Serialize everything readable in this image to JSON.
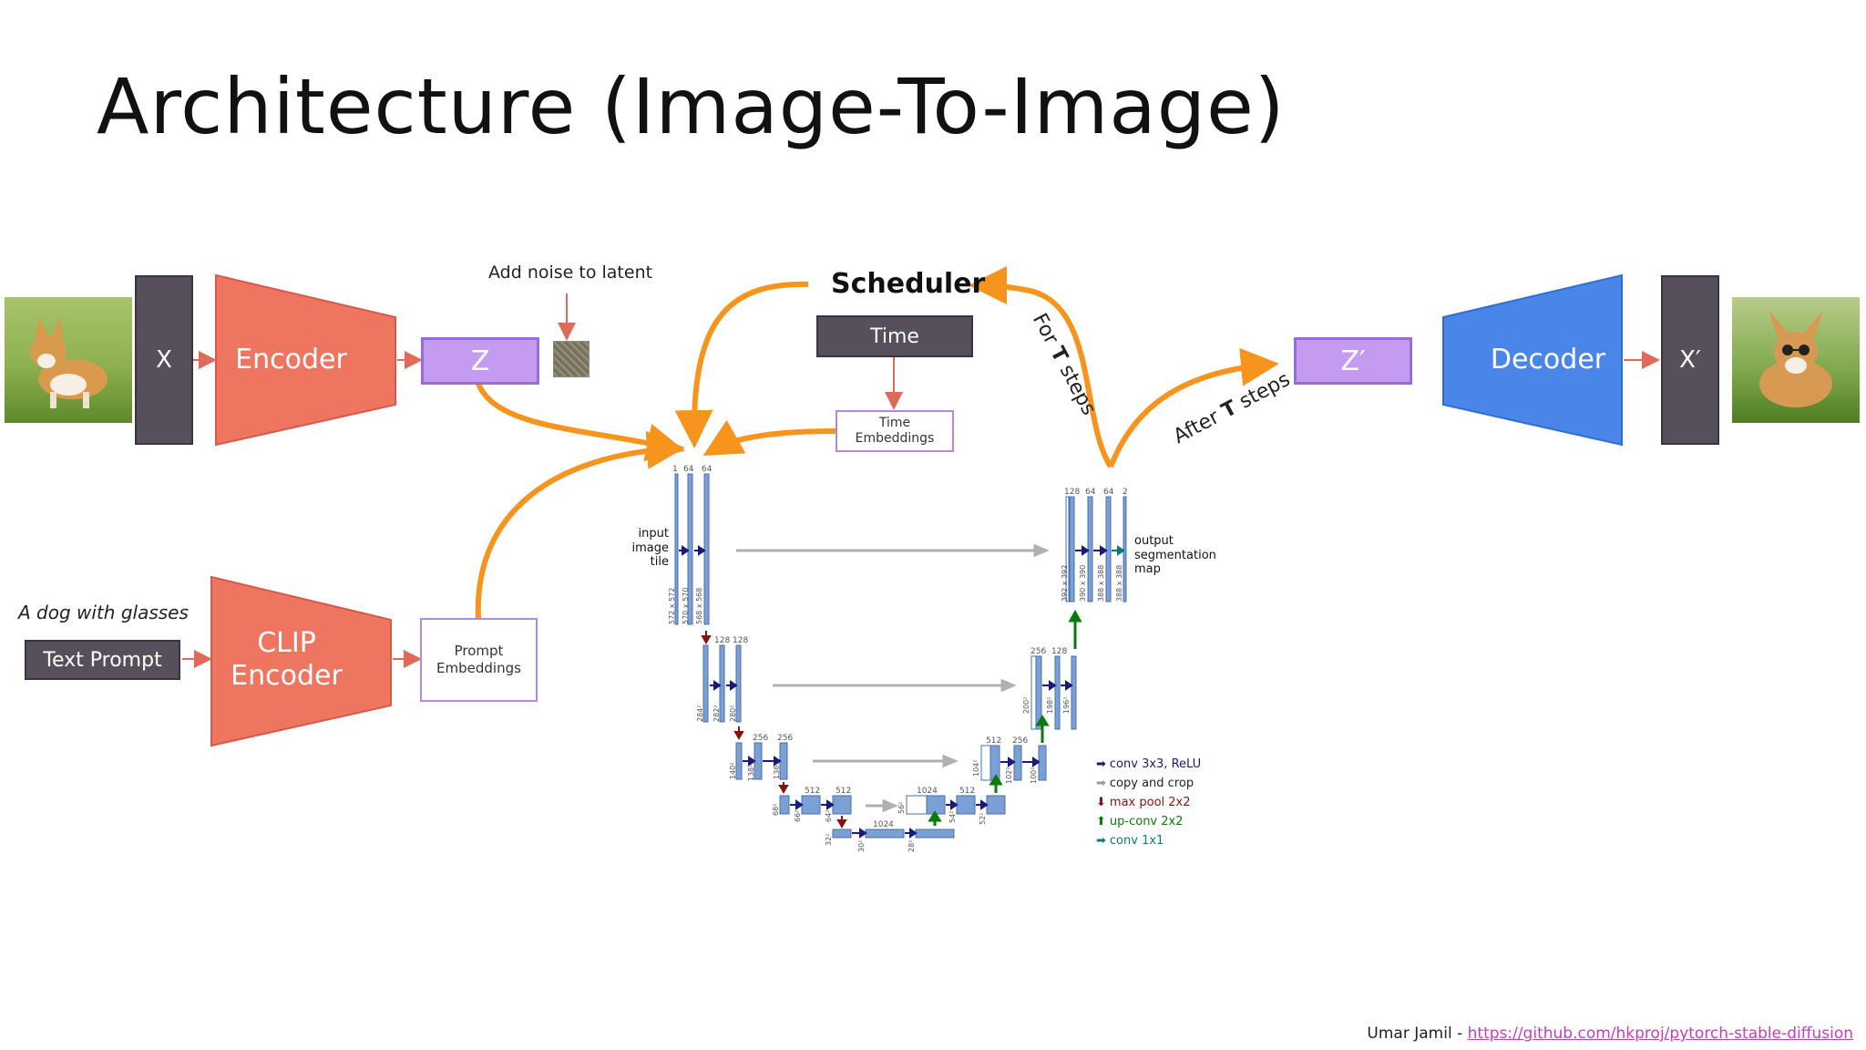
{
  "title": "Architecture (Image-To-Image)",
  "labels": {
    "x": "X",
    "encoder": "Encoder",
    "z": "Z",
    "add_noise": "Add noise to latent",
    "scheduler": "Scheduler",
    "time": "Time",
    "time_embeddings": "Time\nEmbeddings",
    "for_t_steps_pre": "For ",
    "for_t_steps_t": "T",
    "for_t_steps_post": " steps",
    "after_t_steps_pre": "After ",
    "after_t_steps_t": "T",
    "after_t_steps_post": " steps",
    "z_prime": "Z′",
    "decoder": "Decoder",
    "x_prime": "X′",
    "prompt_text": "A dog with glasses",
    "text_prompt": "Text Prompt",
    "clip_encoder_1": "CLIP",
    "clip_encoder_2": "Encoder",
    "prompt_embeddings": "Prompt\nEmbeddings"
  },
  "unet": {
    "input_label": [
      "input",
      "image",
      "tile"
    ],
    "output_label": [
      "output",
      "segmentation",
      "map"
    ],
    "channels_top_left": [
      "1",
      "64",
      "64"
    ],
    "channels_l2": [
      "128",
      "128"
    ],
    "channels_l3": [
      "256",
      "256"
    ],
    "channels_l4": [
      "512",
      "512"
    ],
    "channels_bottom": "1024",
    "channels_r4": [
      "1024",
      "512"
    ],
    "channels_r3": [
      "512",
      "256"
    ],
    "channels_r2": [
      "256",
      "128"
    ],
    "channels_top_right": [
      "128",
      "64",
      "64",
      "2"
    ],
    "sizes_left_top": [
      "572 x 572",
      "570 x 570",
      "568 x 568"
    ],
    "sizes_left_l2": [
      "284²",
      "282²",
      "280²"
    ],
    "sizes_left_l3": [
      "140²",
      "138²",
      "136²"
    ],
    "sizes_left_l4": [
      "68²",
      "66²",
      "64²"
    ],
    "sizes_bottom": [
      "32²",
      "30²",
      "28²"
    ],
    "sizes_right_l4": [
      "56²",
      "54²",
      "52²"
    ],
    "sizes_right_l3": [
      "104²",
      "102²",
      "100²"
    ],
    "sizes_right_l2": [
      "200²",
      "198²",
      "196²"
    ],
    "sizes_right_top": [
      "392 x 392",
      "390 x 390",
      "388 x 388",
      "388 x 388"
    ]
  },
  "legend": [
    {
      "label": "conv 3x3, ReLU",
      "color": "#1a1a7a",
      "icon": "arrow-right-navy-icon"
    },
    {
      "label": "copy and crop",
      "color": "#9a9a9a",
      "icon": "arrow-right-gray-icon"
    },
    {
      "label": "max pool 2x2",
      "color": "#8b1010",
      "icon": "arrow-down-red-icon"
    },
    {
      "label": "up-conv 2x2",
      "color": "#0a7a0a",
      "icon": "arrow-up-green-icon"
    },
    {
      "label": "conv 1x1",
      "color": "#0a7a7a",
      "icon": "arrow-right-teal-icon"
    }
  ],
  "credit": {
    "author": "Umar Jamil - ",
    "url": "https://github.com/hkproj/pytorch-stable-diffusion"
  },
  "colors": {
    "encoder": "#ee7560",
    "decoder": "#4a86e8",
    "latent": "#c39cf2",
    "dark_box": "#57505c",
    "flow_arrow": "#f7941d",
    "small_arrow": "#e06a5a",
    "unet_block": "#7ba0d6"
  }
}
